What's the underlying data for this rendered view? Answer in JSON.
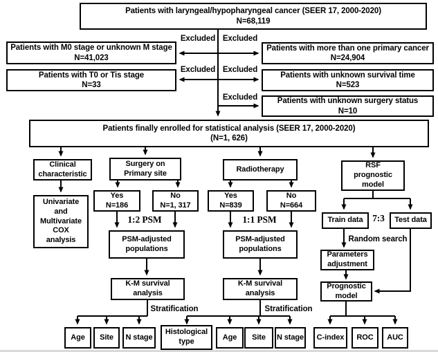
{
  "boxes": {
    "source": "Patients with laryngeal/hypopharyngeal cancer (SEER 17, 2000-2020)\nN=68,119",
    "excl_m_stage": "Patients with M0 stage or unknown M stage\nN=41,023",
    "excl_primary": "Patients with more than one primary cancer\nN=24,904",
    "excl_t_stage": "Patients with T0 or Tis stage\nN=33",
    "excl_survival": "Patients with unknown survival time\nN=523",
    "excl_surgery": "Patients with unknown surgery status\nN=10",
    "enrolled": "Patients finally enrolled for statistical analysis (SEER 17, 2000-2020)\n(N=1, 626)",
    "clinical": "Clinical\ncharacteristic",
    "surgery": "Surgery on\nPrimary site",
    "radiotherapy": "Radiotherapy",
    "rsf": "RSF\nprognostic\nmodel",
    "surgery_yes": "Yes\nN=186",
    "surgery_no": "No\nN=1, 317",
    "radio_yes": "Yes\nN=839",
    "radio_no": "No\nN=664",
    "cox": "Univariate\nand\nMultivariate\nCOX\nanalysis",
    "psm_adjusted": "PSM-adjusted\npopulations",
    "train": "Train data",
    "test": "Test data",
    "params": "Parameters\nadjustment",
    "km_survival": "K-M survival\nanalysis",
    "prognostic": "Prognostic\nmodel",
    "age": "Age",
    "site": "Site",
    "nstage": "N stage",
    "hist": "Histological\ntype",
    "cindex": "C-index",
    "roc": "ROC",
    "auc": "AUC"
  },
  "labels": {
    "excluded": "Excluded",
    "psm_1_2": "1:2 PSM",
    "psm_1_1": "1:1 PSM",
    "ratio": "7:3",
    "random_search": "Random search",
    "stratification": "Stratification"
  },
  "colors": {
    "line": "#000000",
    "border": "#000000",
    "text": "#000000",
    "background": "#ffffff"
  }
}
